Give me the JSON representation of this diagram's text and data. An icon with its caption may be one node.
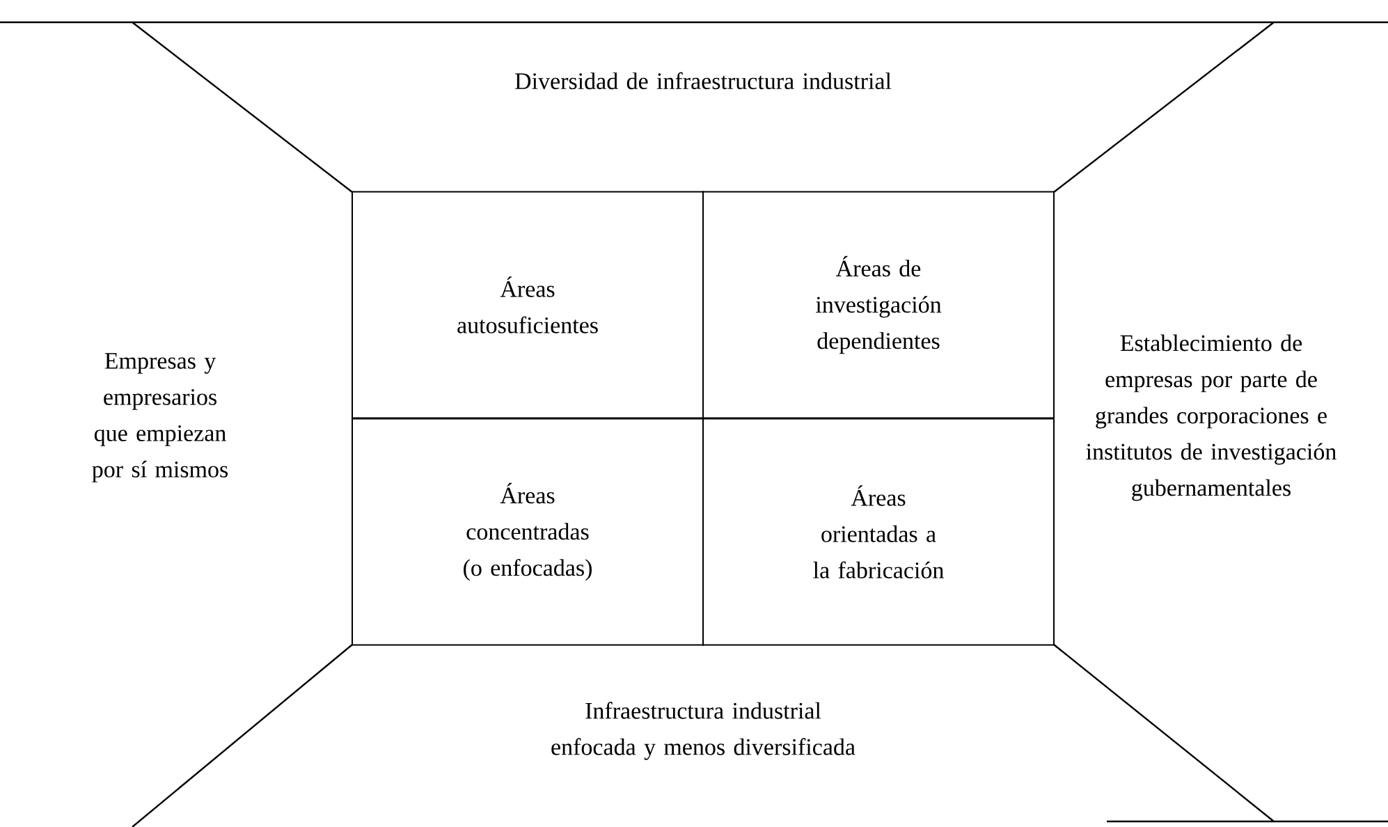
{
  "diagram": {
    "nodes": [
      {
        "text": [
          "Áreas autosuficientes"
        ]
      },
      {
        "text": [
          "Áreas de investigación dependientes"
        ]
      },
      {
        "text": [
          "Áreas concentradas (o enfocadas)"
        ]
      },
      {
        "text": [
          "Áreas orientadas a la fabricación"
        ]
      }
    ],
    "labels": [
      "Diversidad de infraestructura industrial",
      "Empresas y empresarios que empiezan por sí mismos",
      "Establecimiento de empresas por parte de grandes corporaciones e institutos de investigación gubernamentales",
      "Infraestructura industrial enfocada y menos diversificada"
    ]
  }
}
